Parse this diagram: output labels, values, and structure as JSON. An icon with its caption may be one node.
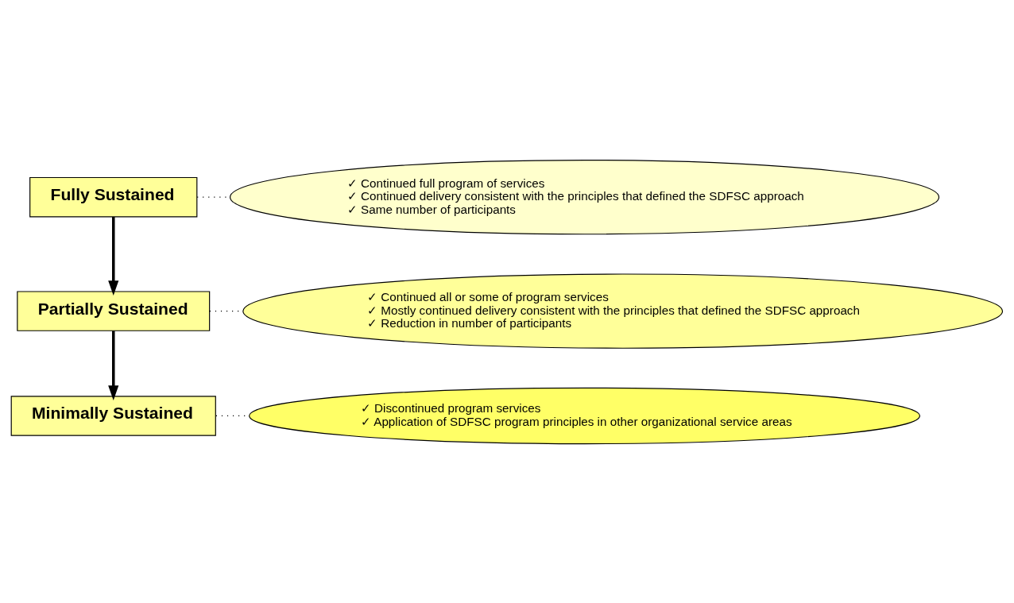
{
  "diagram": {
    "nodes": [
      {
        "text": [
          "Fully Sustained"
        ]
      },
      {
        "text": [
          "✓ Continued full program of services",
          "✓ Continued delivery consistent with the principles that defined the SDFSC approach",
          "✓ Same number of participants"
        ]
      },
      {
        "text": [
          "Partially Sustained"
        ]
      },
      {
        "text": [
          "✓ Continued all or some of program services",
          "✓ Mostly continued delivery consistent with the principles that defined the SDFSC approach",
          "✓ Reduction in number of participants"
        ]
      },
      {
        "text": [
          "Minimally Sustained"
        ]
      },
      {
        "text": [
          "✓ Discontinued program services",
          "✓ Application of SDFSC program principles in other organizational service areas"
        ]
      }
    ],
    "edges": [
      {
        "from": 0,
        "to": 1,
        "arrow": "none",
        "style": "dashed"
      },
      {
        "from": 0,
        "to": 2,
        "arrow": "to",
        "style": "thick"
      },
      {
        "from": 2,
        "to": 3,
        "arrow": "none",
        "style": "dashed"
      },
      {
        "from": 2,
        "to": 4,
        "arrow": "to",
        "style": "thick"
      },
      {
        "from": 4,
        "to": 5,
        "arrow": "none",
        "style": "dashed"
      }
    ]
  }
}
